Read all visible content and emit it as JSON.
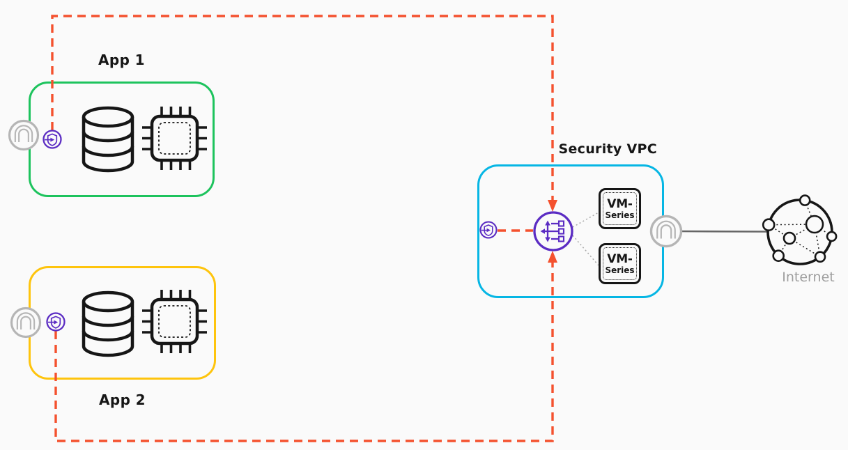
{
  "diagram": {
    "nodes": {
      "app1": {
        "label": "App 1"
      },
      "app2": {
        "label": "App 2"
      },
      "security_vpc": {
        "label": "Security VPC"
      },
      "vm_series_1": {
        "line1": "VM-",
        "line2": "Series"
      },
      "vm_series_2": {
        "line1": "VM-",
        "line2": "Series"
      },
      "internet": {
        "label": "Internet"
      }
    },
    "icons": {
      "endpoint_ring": "endpoint-ring-icon",
      "gwlb_endpoint": "gwlb-endpoint-shield-icon",
      "database": "database-icon",
      "cpu_chip": "cpu-chip-icon",
      "gateway_load_balancer": "gateway-load-balancer-icon",
      "internet_globe": "internet-globe-icon"
    }
  },
  "colors": {
    "bg": "#fafafa",
    "app1_border": "#1dc35d",
    "app2_border": "#fec40d",
    "vpc_border": "#06b6e4",
    "flow_orange": "#f4512e",
    "endpoint_purple": "#5b2cc3",
    "ink": "#161616",
    "ring_gray": "#b5b5b5",
    "line_gray": "#666666",
    "dotted_gray": "#a8a8a8",
    "muted_text": "#9e9e9e"
  }
}
